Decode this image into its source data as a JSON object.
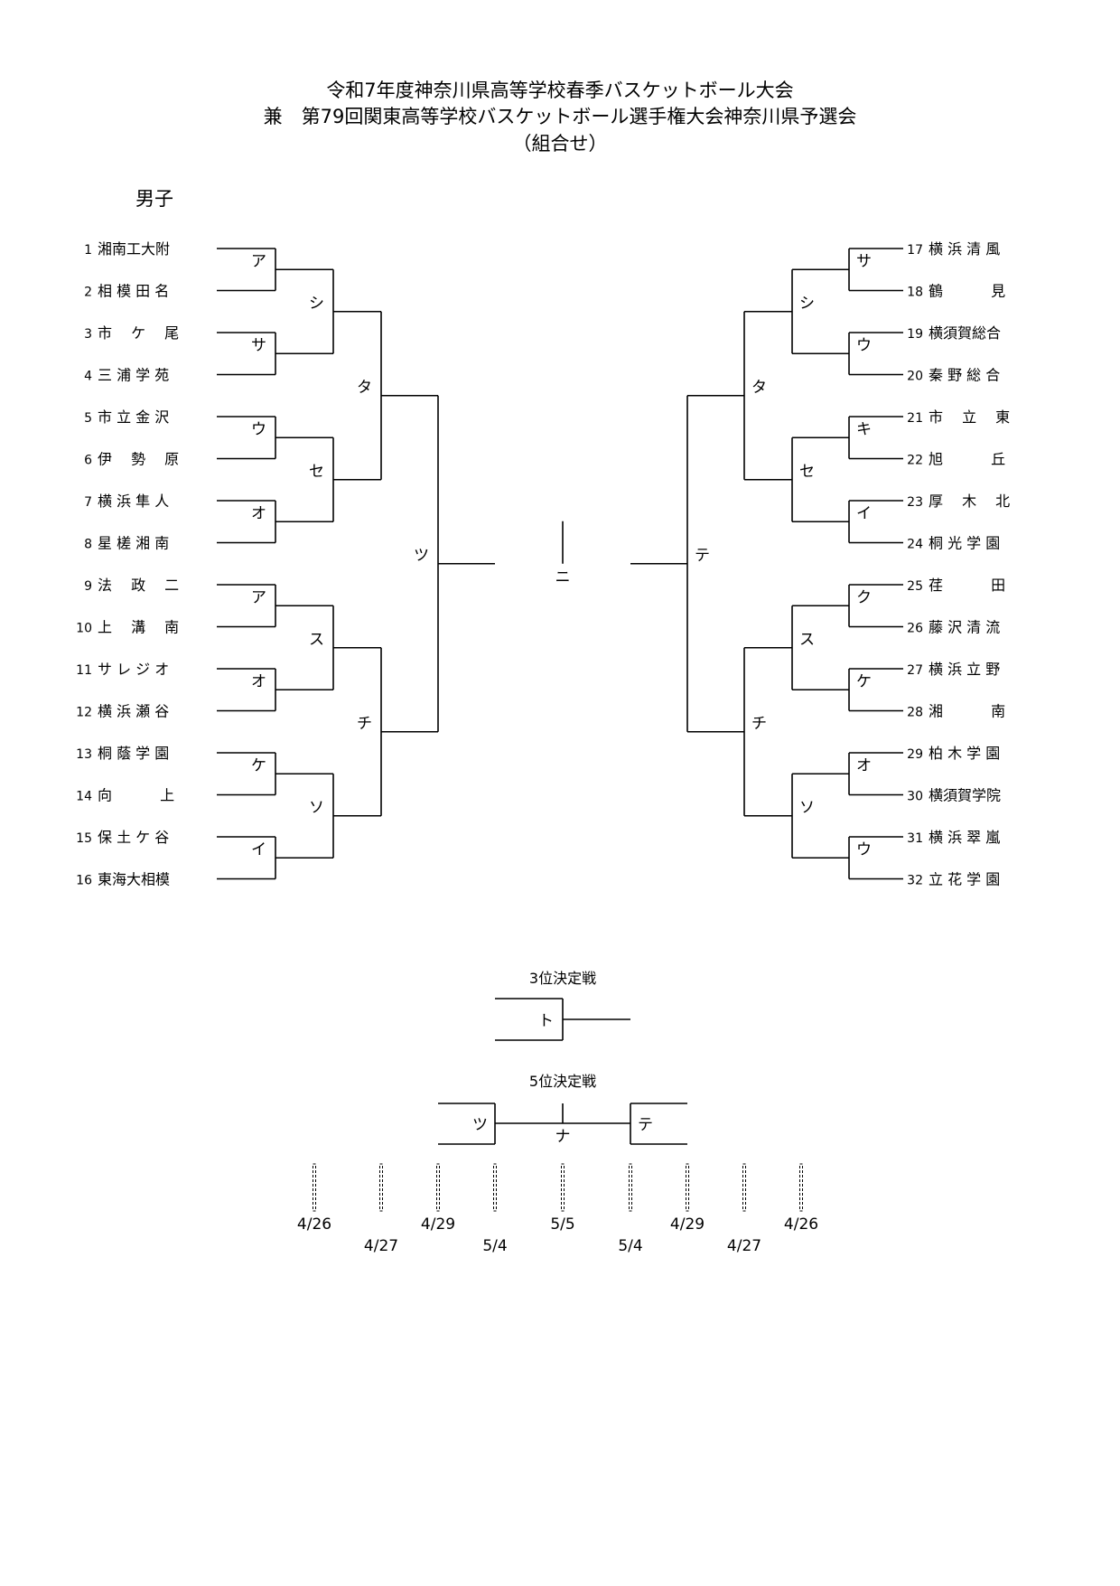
{
  "title": {
    "line1": "令和7年度神奈川県高等学校春季バスケットボール大会",
    "line2": "兼　第79回関東高等学校バスケットボール選手権大会神奈川県予選会",
    "line3": "（組合せ）"
  },
  "gender": "男子",
  "left_teams": [
    {
      "no": "1",
      "name": "湘南工大附"
    },
    {
      "no": "2",
      "name": "相 模 田 名"
    },
    {
      "no": "3",
      "name": "市　 ケ　 尾"
    },
    {
      "no": "4",
      "name": "三 浦 学 苑"
    },
    {
      "no": "5",
      "name": "市 立 金 沢"
    },
    {
      "no": "6",
      "name": "伊　 勢　 原"
    },
    {
      "no": "7",
      "name": "横 浜 隼 人"
    },
    {
      "no": "8",
      "name": "星 槎 湘 南"
    },
    {
      "no": "9",
      "name": "法　 政　 二"
    },
    {
      "no": "10",
      "name": "上　 溝　 南"
    },
    {
      "no": "11",
      "name": "サ レ ジ オ"
    },
    {
      "no": "12",
      "name": "横 浜 瀬 谷"
    },
    {
      "no": "13",
      "name": "桐 蔭 学 園"
    },
    {
      "no": "14",
      "name": "向　　　 上"
    },
    {
      "no": "15",
      "name": "保 土 ケ 谷"
    },
    {
      "no": "16",
      "name": "東海大相模"
    }
  ],
  "right_teams": [
    {
      "no": "17",
      "name": "横 浜 清 風"
    },
    {
      "no": "18",
      "name": "鶴　　　 見"
    },
    {
      "no": "19",
      "name": "横須賀総合"
    },
    {
      "no": "20",
      "name": "秦 野 総 合"
    },
    {
      "no": "21",
      "name": "市　 立　 東"
    },
    {
      "no": "22",
      "name": "旭　　　 丘"
    },
    {
      "no": "23",
      "name": "厚　 木　 北"
    },
    {
      "no": "24",
      "name": "桐 光 学 園"
    },
    {
      "no": "25",
      "name": "荏　　　 田"
    },
    {
      "no": "26",
      "name": "藤 沢 清 流"
    },
    {
      "no": "27",
      "name": "横 浜 立 野"
    },
    {
      "no": "28",
      "name": "湘　　　 南"
    },
    {
      "no": "29",
      "name": "柏 木 学 園"
    },
    {
      "no": "30",
      "name": "横須賀学院"
    },
    {
      "no": "31",
      "name": "横 浜 翠 嵐"
    },
    {
      "no": "32",
      "name": "立 花 学 園"
    }
  ],
  "left_r1": [
    "ア",
    "サ",
    "ウ",
    "オ",
    "ア",
    "オ",
    "ケ",
    "イ"
  ],
  "left_r2": [
    "シ",
    "セ",
    "ス",
    "ソ"
  ],
  "left_r3": [
    "タ",
    "チ"
  ],
  "left_r4": "ツ",
  "right_r1": [
    "サ",
    "ウ",
    "キ",
    "イ",
    "ク",
    "ケ",
    "オ",
    "ウ"
  ],
  "right_r2": [
    "シ",
    "セ",
    "ス",
    "ソ"
  ],
  "right_r3": [
    "タ",
    "チ"
  ],
  "right_r4": "テ",
  "final_label": "ニ",
  "third_place": {
    "title": "3位決定戦",
    "label": "ト"
  },
  "fifth_place": {
    "title": "5位決定戦",
    "left_label": "ツ",
    "center_label": "ナ",
    "right_label": "テ"
  },
  "dates": {
    "left_r1": "4/26",
    "left_r2": "4/27",
    "left_r3": "4/29",
    "left_r4": "5/4",
    "final": "5/5",
    "right_r4": "5/4",
    "right_r3": "4/29",
    "right_r2": "4/27",
    "right_r1": "4/26"
  }
}
